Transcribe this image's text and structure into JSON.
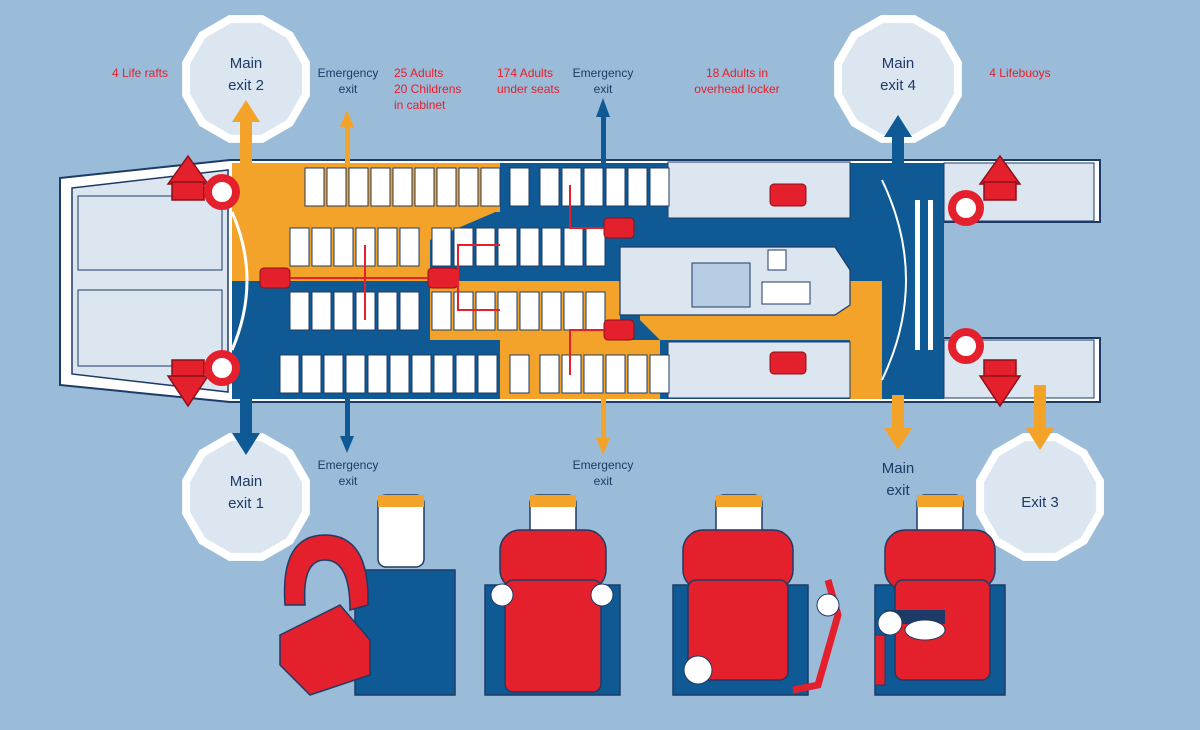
{
  "colors": {
    "background": "#9bbcd9",
    "dark_blue": "#0f5a94",
    "orange": "#f3a32a",
    "red": "#e3202c",
    "light_blue": "#dbe6f1",
    "outline": "#1d3b66",
    "white": "#ffffff"
  },
  "exits": {
    "main_exit_2": {
      "line1": "Main",
      "line2": "exit 2"
    },
    "main_exit_1": {
      "line1": "Main",
      "line2": "exit 1"
    },
    "main_exit_4": {
      "line1": "Main",
      "line2": "exit 4"
    },
    "exit_3": {
      "line1": "Exit 3"
    },
    "main_exit_bottom": {
      "line1": "Main",
      "line2": "exit"
    },
    "emergency_top_left": {
      "line1": "Emergency",
      "line2": "exit"
    },
    "emergency_top_mid": {
      "line1": "Emergency",
      "line2": "exit"
    },
    "emergency_bottom_left": {
      "line1": "Emergency",
      "line2": "exit"
    },
    "emergency_bottom_mid": {
      "line1": "Emergency",
      "line2": "exit"
    }
  },
  "equipment": {
    "life_rafts": "4 Life rafts",
    "adults_cabinet": {
      "line1": "25 Adults",
      "line2": "20 Childrens",
      "line3": "in cabinet"
    },
    "adults_seats": {
      "line1": "174 Adults",
      "line2": "under seats"
    },
    "adults_locker": {
      "line1": "18 Adults in",
      "line2": "overhead locker"
    },
    "lifebuoys": "4 Lifebuoys"
  },
  "icons": [
    "life-raft-icon",
    "lifebuoy-icon",
    "life-jacket-cabinet-icon",
    "person-donning-lifejacket-icon",
    "exit-arrow-icon"
  ]
}
